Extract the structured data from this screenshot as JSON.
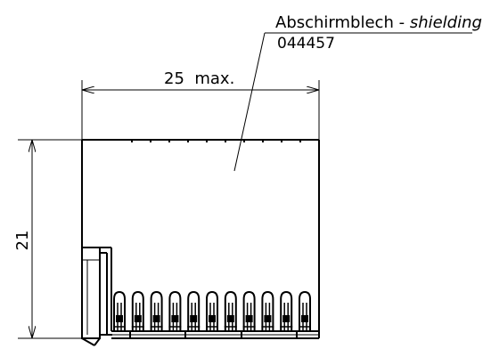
{
  "callout": {
    "part_label_de": "Abschirmblech",
    "separator": " - ",
    "part_label_en": "shielding",
    "part_number": "044457"
  },
  "dimensions": {
    "width_label": "25  max.",
    "height_label": "21"
  },
  "pins": {
    "count": 11
  }
}
